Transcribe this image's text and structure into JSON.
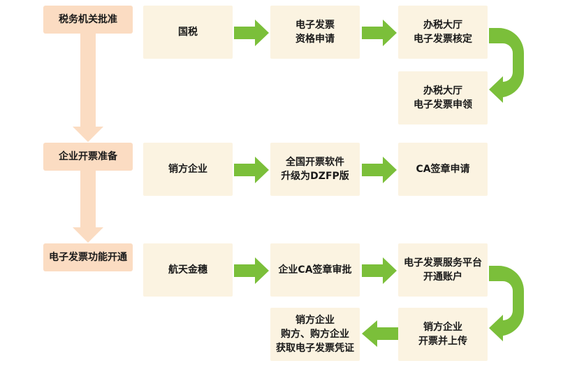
{
  "colors": {
    "stage_fill": "#fbdcc2",
    "step_fill": "#fbf3e1",
    "flow_arrow": "#7bbf3a",
    "stage_arrow": "#fbdcc2"
  },
  "stages": [
    {
      "label": "税务机关批准"
    },
    {
      "label": "企业开票准备"
    },
    {
      "label": "电子发票功能开通"
    }
  ],
  "rows": [
    {
      "actor": "国税",
      "steps": [
        "电子发票\n资格申请",
        "办税大厅\n电子发票核定",
        "办税大厅\n电子发票申领"
      ]
    },
    {
      "actor": "销方企业",
      "steps": [
        "全国开票软件\n升级为DZFP版",
        "CA签章申请"
      ]
    },
    {
      "actor": "航天金穗",
      "steps": [
        "企业CA签章审批",
        "电子发票服务平台\n开通账户",
        "销方企业\n开票并上传",
        "销方企业\n购方、购方企业\n获取电子发票凭证"
      ]
    }
  ]
}
